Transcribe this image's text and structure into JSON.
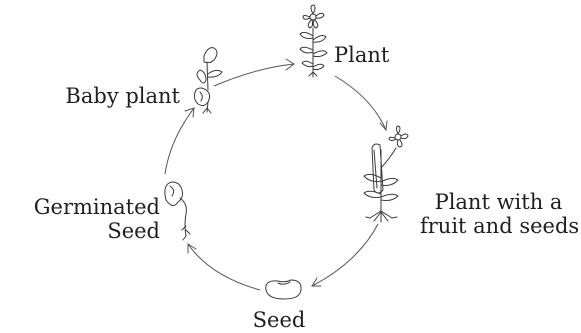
{
  "stages": {
    "plant": {
      "lines": [
        "Plant"
      ]
    },
    "fruit": {
      "lines": [
        "Plant with a",
        "fruit and seeds"
      ]
    },
    "seed": {
      "lines": [
        "Seed"
      ]
    },
    "germinated": {
      "lines": [
        "Germinated",
        "Seed"
      ]
    },
    "baby": {
      "lines": [
        "Baby plant"
      ]
    }
  },
  "colors": {
    "ink": "#3a3a3a",
    "arrow": "#555555",
    "background": "#ffffff"
  }
}
